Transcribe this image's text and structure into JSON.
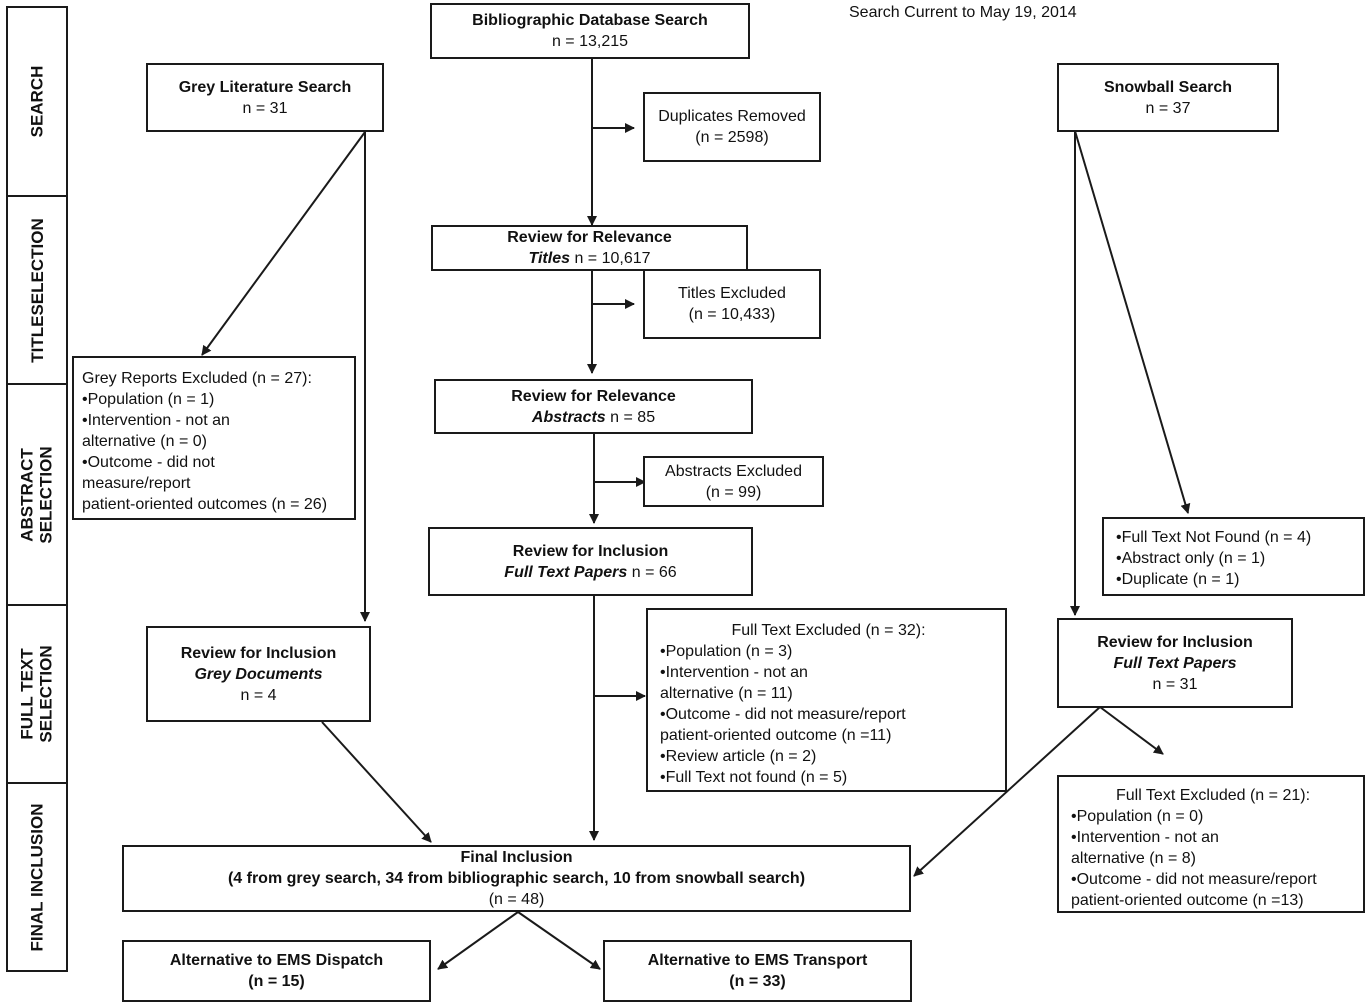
{
  "search_date": "Search Current to May 19, 2014",
  "stages": [
    {
      "lines": [
        "SEARCH"
      ]
    },
    {
      "lines": [
        "TITLESELECTION"
      ]
    },
    {
      "lines": [
        "ABSTRACT",
        "SELECTION"
      ]
    },
    {
      "lines": [
        "FULL TEXT",
        "SELECTION"
      ]
    },
    {
      "lines": [
        "FINAL INCLUSION"
      ]
    }
  ],
  "bibliographic": {
    "title": "Bibliographic Database Search",
    "count": "n = 13,215"
  },
  "duplicates": {
    "title": "Duplicates Removed",
    "count": "(n = 2598)"
  },
  "grey_search": {
    "title": "Grey Literature Search",
    "count": "n = 31"
  },
  "snowball": {
    "title": "Snowball Search",
    "count": "n = 37"
  },
  "review_titles": {
    "title": "Review for Relevance",
    "subtitle": "Titles",
    "count": "n = 10,617"
  },
  "titles_excluded": {
    "title": "Titles Excluded",
    "count": "(n = 10,433)"
  },
  "grey_excluded": {
    "title": "Grey Reports Excluded (n = 27):",
    "items": [
      "•Population (n = 1)",
      "•Intervention - not an",
      "alternative (n = 0)",
      "•Outcome - did not",
      "measure/report",
      "patient-oriented outcomes (n = 26)"
    ]
  },
  "review_abstracts": {
    "title": "Review for Relevance",
    "subtitle": "Abstracts",
    "count": "n = 85"
  },
  "abstracts_excluded": {
    "title": "Abstracts Excluded",
    "count": "(n = 99)"
  },
  "review_fulltext": {
    "title": "Review for Inclusion",
    "subtitle": "Full Text Papers",
    "count": "n = 66"
  },
  "snowball_excluded": {
    "items": [
      "•Full Text Not Found (n = 4)",
      "•Abstract only (n = 1)",
      "•Duplicate (n = 1)"
    ]
  },
  "grey_documents": {
    "title": "Review for Inclusion",
    "subtitle": "Grey Documents",
    "count": "n = 4"
  },
  "fulltext_excluded": {
    "title": "Full Text Excluded (n = 32):",
    "items": [
      "•Population (n = 3)",
      "•Intervention - not an",
      "alternative (n = 11)",
      "•Outcome - did not measure/report",
      "patient-oriented outcome (n =11)",
      "•Review article (n = 2)",
      "•Full Text not found (n = 5)"
    ]
  },
  "snowball_review": {
    "title": "Review for Inclusion",
    "subtitle": "Full Text Papers",
    "count": "n = 31"
  },
  "snowball_fulltext_excluded": {
    "title": "Full Text Excluded (n = 21):",
    "items": [
      "•Population (n = 0)",
      "•Intervention - not an",
      "alternative (n = 8)",
      "•Outcome - did not measure/report",
      "patient-oriented outcome (n =13)"
    ]
  },
  "final": {
    "title": "Final Inclusion",
    "detail": "(4 from grey search, 34 from bibliographic search, 10 from snowball search)",
    "count": "(n = 48)"
  },
  "dispatch": {
    "title": "Alternative to EMS Dispatch",
    "count": "(n = 15)"
  },
  "transport": {
    "title": "Alternative to EMS Transport",
    "count": "(n = 33)"
  }
}
